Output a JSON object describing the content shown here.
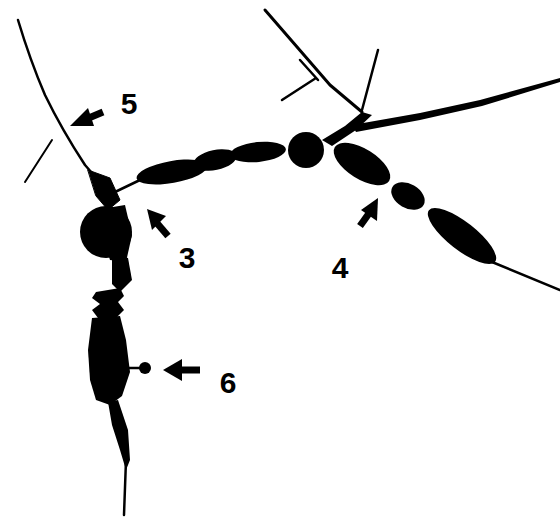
{
  "diagram": {
    "labels": [
      "5",
      "3",
      "4",
      "6"
    ]
  }
}
